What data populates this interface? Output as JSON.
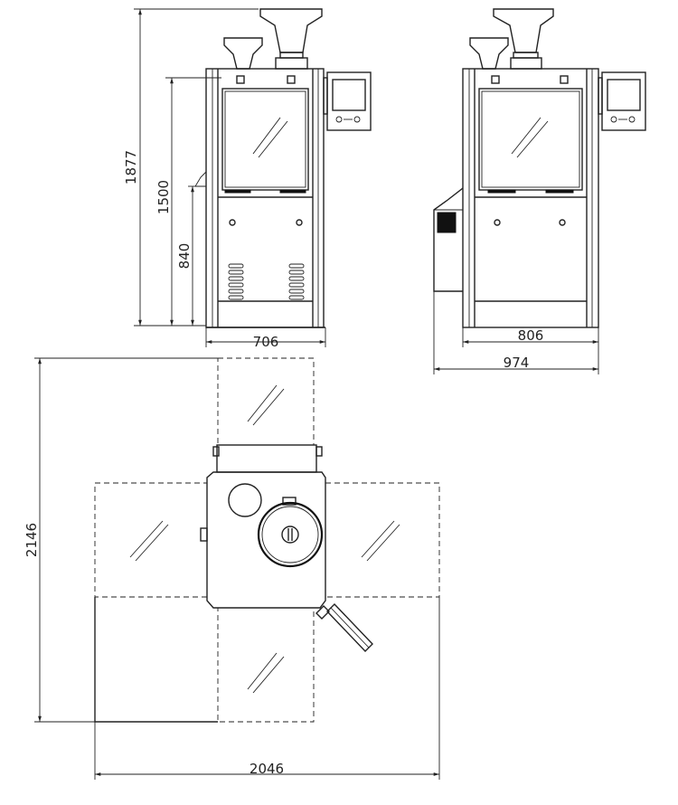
{
  "dimensions": {
    "machine_height": "1877",
    "hopper_height": "1500",
    "table_height": "840",
    "front_width": "706",
    "side_body_width": "806",
    "side_total_width": "974",
    "plan_depth": "2146",
    "plan_width": "2046"
  },
  "colors": {
    "line": "#222222",
    "background": "#ffffff"
  }
}
